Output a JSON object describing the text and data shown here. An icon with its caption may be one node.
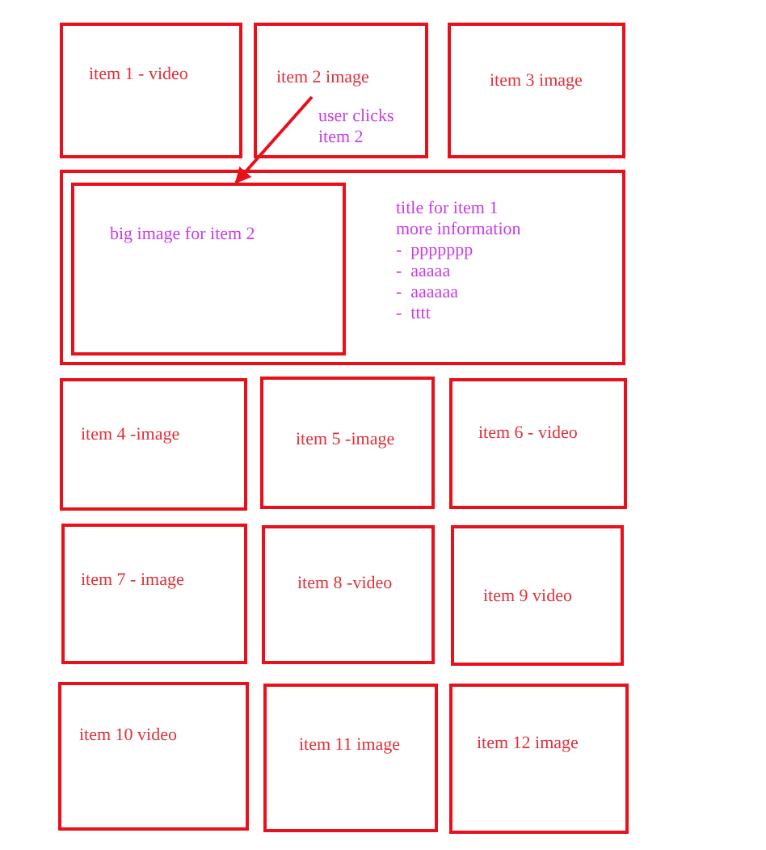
{
  "diagram": {
    "nodes": [
      {
        "text": [
          "item 1 - video"
        ]
      },
      {
        "text": [
          "item 2 image"
        ]
      },
      {
        "text": [
          "item 3 image"
        ]
      },
      {
        "text": [
          "title for item 1",
          "more information",
          "-  ppppppp",
          "-  aaaaa",
          "-  aaaaaa",
          "-  tttt"
        ]
      },
      {
        "text": [
          "big image for item 2"
        ],
        "in": 3
      },
      {
        "text": [
          "item 4 -image"
        ]
      },
      {
        "text": [
          "item 5 -image"
        ]
      },
      {
        "text": [
          "item 6 - video"
        ]
      },
      {
        "text": [
          "item 7 - image"
        ]
      },
      {
        "text": [
          "item 8 -video"
        ]
      },
      {
        "text": [
          "item 9 video"
        ]
      },
      {
        "text": [
          "item 10 video"
        ]
      },
      {
        "text": [
          "item 11 image"
        ]
      },
      {
        "text": [
          "item 12 image"
        ]
      }
    ],
    "edges": [
      {
        "from": 1,
        "to": 4,
        "arrow": "to",
        "label": "user clicks item 2"
      }
    ]
  }
}
